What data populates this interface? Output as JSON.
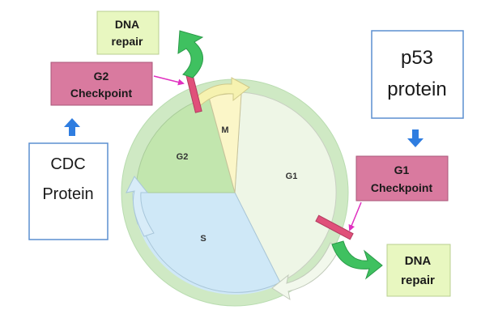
{
  "phases": {
    "m": "M",
    "g1": "G1",
    "s": "S",
    "g2": "G2"
  },
  "g2_checkpoint": {
    "line1": "G2",
    "line2": "Checkpoint"
  },
  "g1_checkpoint": {
    "line1": "G1",
    "line2": "Checkpoint"
  },
  "dna_repair_top": {
    "line1": "DNA",
    "line2": "repair"
  },
  "dna_repair_bottom": {
    "line1": "DNA",
    "line2": "repair"
  },
  "p53_box": {
    "line1": "p53",
    "line2": "protein"
  },
  "cdc_box": {
    "line1": "CDC",
    "line2": "Protein"
  },
  "colors": {
    "outer_ring": "#cfe9c4",
    "g1_fill": "#eef6e6",
    "s_fill": "#cfe8f7",
    "g2_fill": "#c2e6ae",
    "m_fill": "#fbf6c8",
    "checkpoint_box": "#d97a9f",
    "checkpoint_bar": "#e0507a",
    "dna_box": "#e8f7c0",
    "green_arrow": "#3fc160",
    "blue_arrow": "#2f7de0",
    "magenta_arrow": "#e030c0",
    "protein_border": "#5b8fd1"
  }
}
